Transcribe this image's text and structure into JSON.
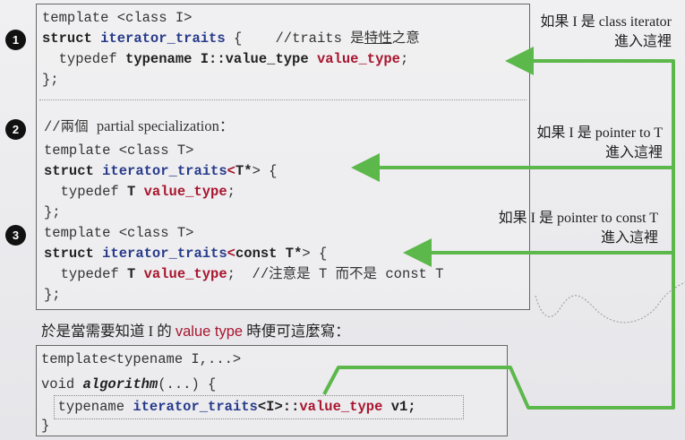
{
  "badges": [
    "1",
    "2",
    "3"
  ],
  "block1": {
    "l1": "template <class I>",
    "l2a": "struct ",
    "l2b": "iterator_traits",
    " l2c": "",
    "l2d": " {    //traits 是",
    "l2e": "特性",
    "l2f": "之意",
    "l3a": "  typedef ",
    "l3b": "typename I::value_type ",
    "l3c": "value_type",
    ";l3d": "",
    "l4": "};"
  },
  "block2": {
    "c": "//兩個 ",
    "c2": "partial specialization：",
    "l1": "template <class T>",
    "l2a": "struct ",
    "l2b": "iterator_traits",
    "l2c": "<",
    "l2d": "T*",
    "l2e": "> {",
    "l3a": "  typedef ",
    "l3b": "T ",
    "l3c": "value_type",
    ";": ";",
    "l4": "};"
  },
  "block3": {
    "l1": "template <class T>",
    "l2a": "struct ",
    "l2b": "iterator_traits",
    "l2c": "<",
    "l2d": "const T*",
    "l2e": "> {",
    "l3a": "  typedef ",
    "l3b": "T ",
    "l3c": "value_type",
    "l3d": ";  //注意是 T 而不是 const T",
    "l4": "};"
  },
  "notes": {
    "n1a": "如果 I 是 class iterator",
    "n1b": "進入這裡",
    "n2a": "如果 I 是 pointer to T",
    "n2b": "進入這裡",
    "n3a": "如果 I 是 pointer to const T",
    "n3b": "進入這裡"
  },
  "intro": {
    "a": "於是當需要知道 I 的 ",
    "b": "value type",
    "c": " 時便可這麼寫："
  },
  "code": {
    "l1": "template<typename I,...>",
    "l2a": "void ",
    "l2b": "algorithm",
    "l2c": "(...) {",
    "l3a": "  typename ",
    "l3b": "iterator_traits",
    "l3c": "<I>::",
    "l3d": "value_type",
    "l3e": " v1;",
    "l4": "}"
  },
  "colors": {
    "arrow": "#5cb84a",
    "func": "#283b8a",
    "type": "#a8162f"
  }
}
